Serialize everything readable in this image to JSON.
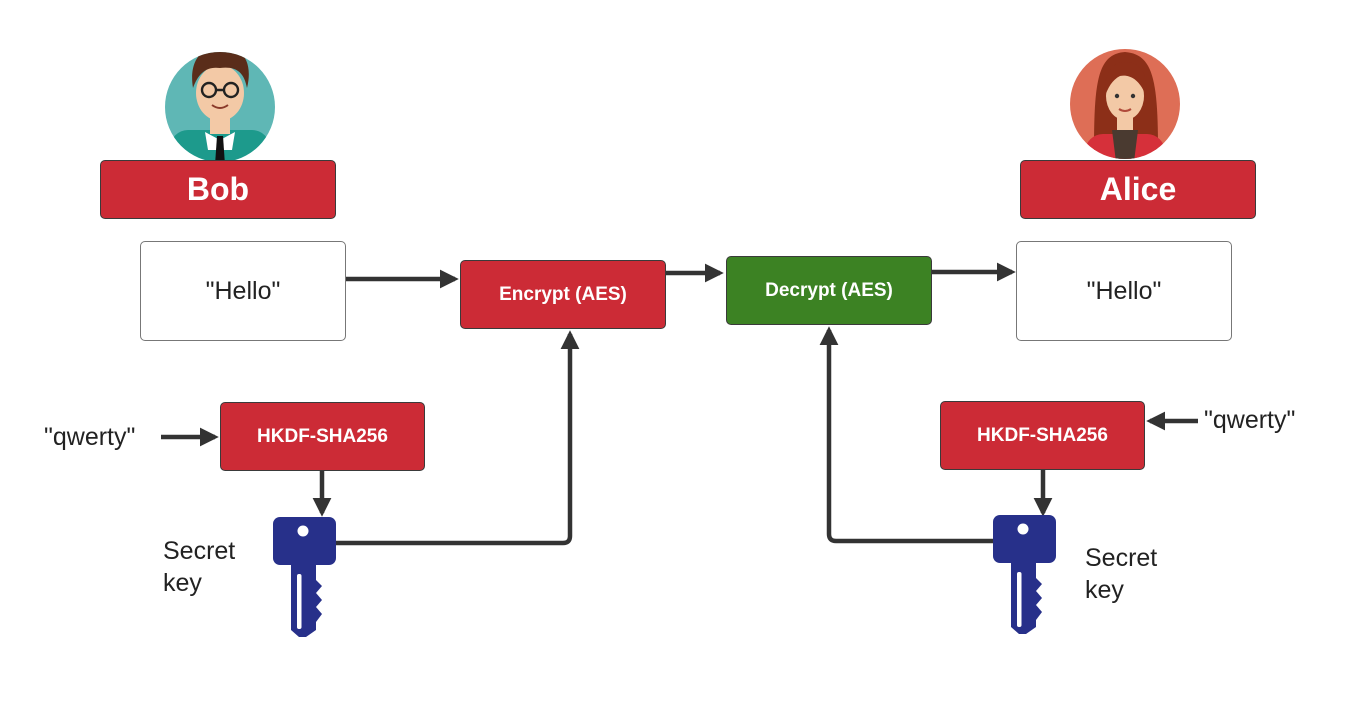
{
  "colors": {
    "red": "#cc2b36",
    "green": "#3c8223",
    "key_blue": "#27308a",
    "arrow": "#333333"
  },
  "bob": {
    "name": "Bob",
    "message": "\"Hello\"",
    "password": "\"qwerty\"",
    "kdf": "HKDF-SHA256",
    "key_label_line1": "Secret",
    "key_label_line2": "key",
    "avatar_icon": "man-avatar-icon"
  },
  "alice": {
    "name": "Alice",
    "message": "\"Hello\"",
    "password": "\"qwerty\"",
    "kdf": "HKDF-SHA256",
    "key_label_line1": "Secret",
    "key_label_line2": "key",
    "avatar_icon": "woman-avatar-icon"
  },
  "encrypt": {
    "label": "Encrypt (AES)"
  },
  "decrypt": {
    "label": "Decrypt (AES)"
  }
}
